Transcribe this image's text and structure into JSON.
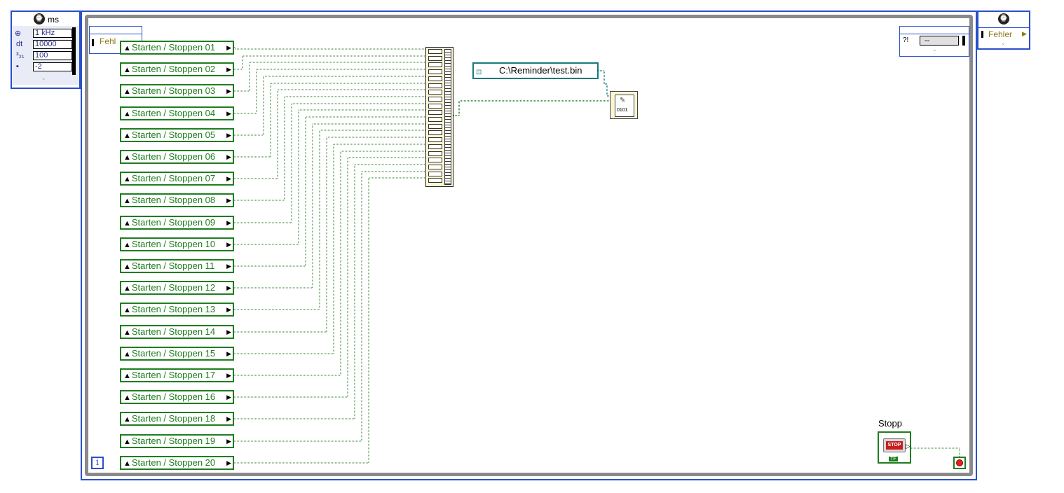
{
  "left_node": {
    "header": "ms",
    "rows": [
      {
        "prefix": "⊕",
        "value": "1 kHz"
      },
      {
        "prefix": "dt",
        "value": "10000"
      },
      {
        "prefix": "³₂₁",
        "value": "100"
      },
      {
        "prefix": "▪",
        "value": "-2"
      }
    ]
  },
  "left_error_label": "Fehl",
  "right_inner_node": {
    "value": "--",
    "prefix": "?!"
  },
  "right_node": {
    "label": "Fehler"
  },
  "variables": [
    {
      "label": "Starten / Stoppen 01"
    },
    {
      "label": "Starten / Stoppen 02"
    },
    {
      "label": "Starten / Stoppen 03"
    },
    {
      "label": "Starten / Stoppen 04"
    },
    {
      "label": "Starten / Stoppen 05"
    },
    {
      "label": "Starten / Stoppen 06"
    },
    {
      "label": "Starten / Stoppen 07"
    },
    {
      "label": "Starten / Stoppen 08"
    },
    {
      "label": "Starten / Stoppen 09"
    },
    {
      "label": "Starten / Stoppen 10"
    },
    {
      "label": "Starten / Stoppen 11"
    },
    {
      "label": "Starten / Stoppen 12"
    },
    {
      "label": "Starten / Stoppen 13"
    },
    {
      "label": "Starten / Stoppen 14"
    },
    {
      "label": "Starten / Stoppen 15"
    },
    {
      "label": "Starten / Stoppen 17"
    },
    {
      "label": "Starten / Stoppen 16"
    },
    {
      "label": "Starten / Stoppen 18"
    },
    {
      "label": "Starten / Stoppen 19"
    },
    {
      "label": "Starten / Stoppen 20"
    }
  ],
  "path_constant": "C:\\Reminder\\test.bin",
  "write_vi_text": "0101",
  "stop": {
    "label": "Stopp",
    "button": "STOP",
    "tf": "TF"
  },
  "iteration_terminal": "i",
  "colors": {
    "wire_boolean": "#1f7d1f",
    "wire_path": "#1a7a7a",
    "structure_border": "#2a50c8",
    "loop_frame": "#8a8a8a"
  }
}
